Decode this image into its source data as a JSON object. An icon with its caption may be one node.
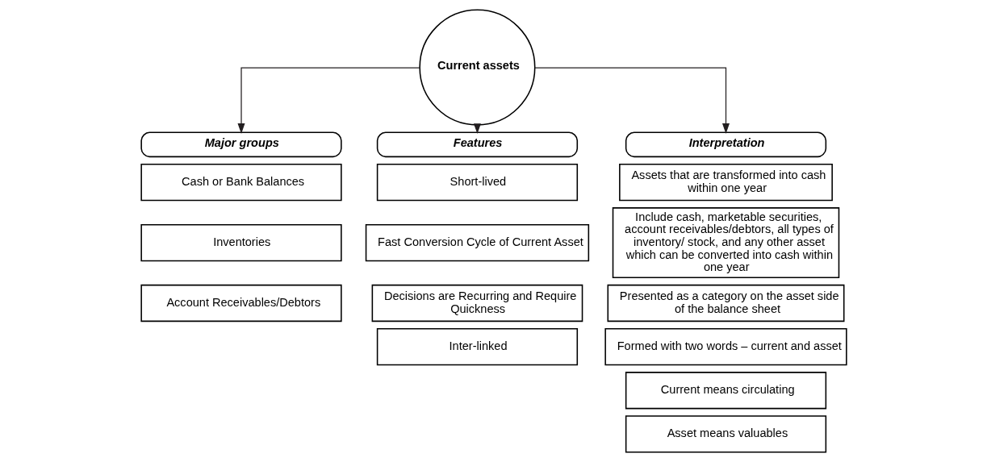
{
  "diagram": {
    "nodes": [
      {
        "text": [
          "Current assets"
        ]
      },
      {
        "text": [
          "Major groups"
        ]
      },
      {
        "text": [
          "Cash or Bank Balances"
        ]
      },
      {
        "text": [
          "Inventories"
        ]
      },
      {
        "text": [
          "Account Receivables/Debtors"
        ]
      },
      {
        "text": [
          "Features"
        ]
      },
      {
        "text": [
          "Short-lived"
        ]
      },
      {
        "text": [
          "Fast Conversion Cycle of Current Asset"
        ]
      },
      {
        "text": [
          "Decisions are Recurring and Require Quickness"
        ]
      },
      {
        "text": [
          "Inter-linked"
        ]
      },
      {
        "text": [
          "Interpretation"
        ]
      },
      {
        "text": [
          "Assets that are transformed into cash within one year"
        ]
      },
      {
        "text": [
          "Include cash, marketable securities, account receivables/debtors, all types of inventory/ stock, and any other asset which can be converted into cash within one year"
        ]
      },
      {
        "text": [
          "Presented as a category on the asset side of the balance sheet"
        ]
      },
      {
        "text": [
          "Formed with two words – current and asset"
        ]
      },
      {
        "text": [
          "Current means circulating"
        ]
      },
      {
        "text": [
          "Asset means valuables"
        ]
      }
    ],
    "edges": [
      {
        "from": 0,
        "to": 1,
        "arrow": "to"
      },
      {
        "from": 0,
        "to": 5,
        "arrow": "to"
      },
      {
        "from": 0,
        "to": 10,
        "arrow": "to"
      }
    ]
  }
}
